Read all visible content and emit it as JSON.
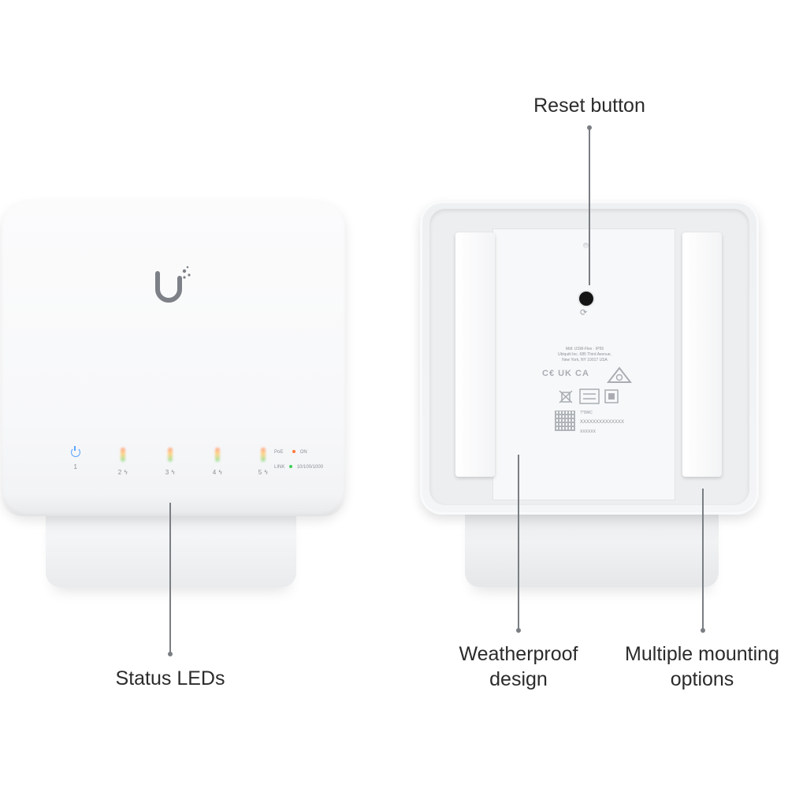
{
  "callouts": {
    "reset": "Reset button",
    "status": "Status LEDs",
    "weather_line1": "Weatherproof",
    "weather_line2": "design",
    "mount_line1": "Multiple mounting",
    "mount_line2": "options"
  },
  "front": {
    "ports": [
      "1",
      "2",
      "3",
      "4",
      "5"
    ],
    "legend": {
      "poe": "PoE",
      "poe_state": "ON",
      "link": "LINK",
      "link_speed": "10/100/1000"
    }
  },
  "rear": {
    "label_line1": "Mdl: USW-Flex · IP55",
    "label_line2": "Ubiquiti Inc. 685 Third Avenue,",
    "label_line3": "New York, NY 10017 USA",
    "cert_marks": "C€ UK CA",
    "serial_line1": "7*0WC",
    "serial_line2": "XXXXXXXXXXXXXX",
    "serial_line3": "XXXXXX",
    "reset_glyph": "⟳"
  },
  "colors": {
    "led_power": "#5aa6ff",
    "led_poe": "#ff7a3a",
    "led_link": "#3ecf5a",
    "callout": "#7a7e83"
  }
}
